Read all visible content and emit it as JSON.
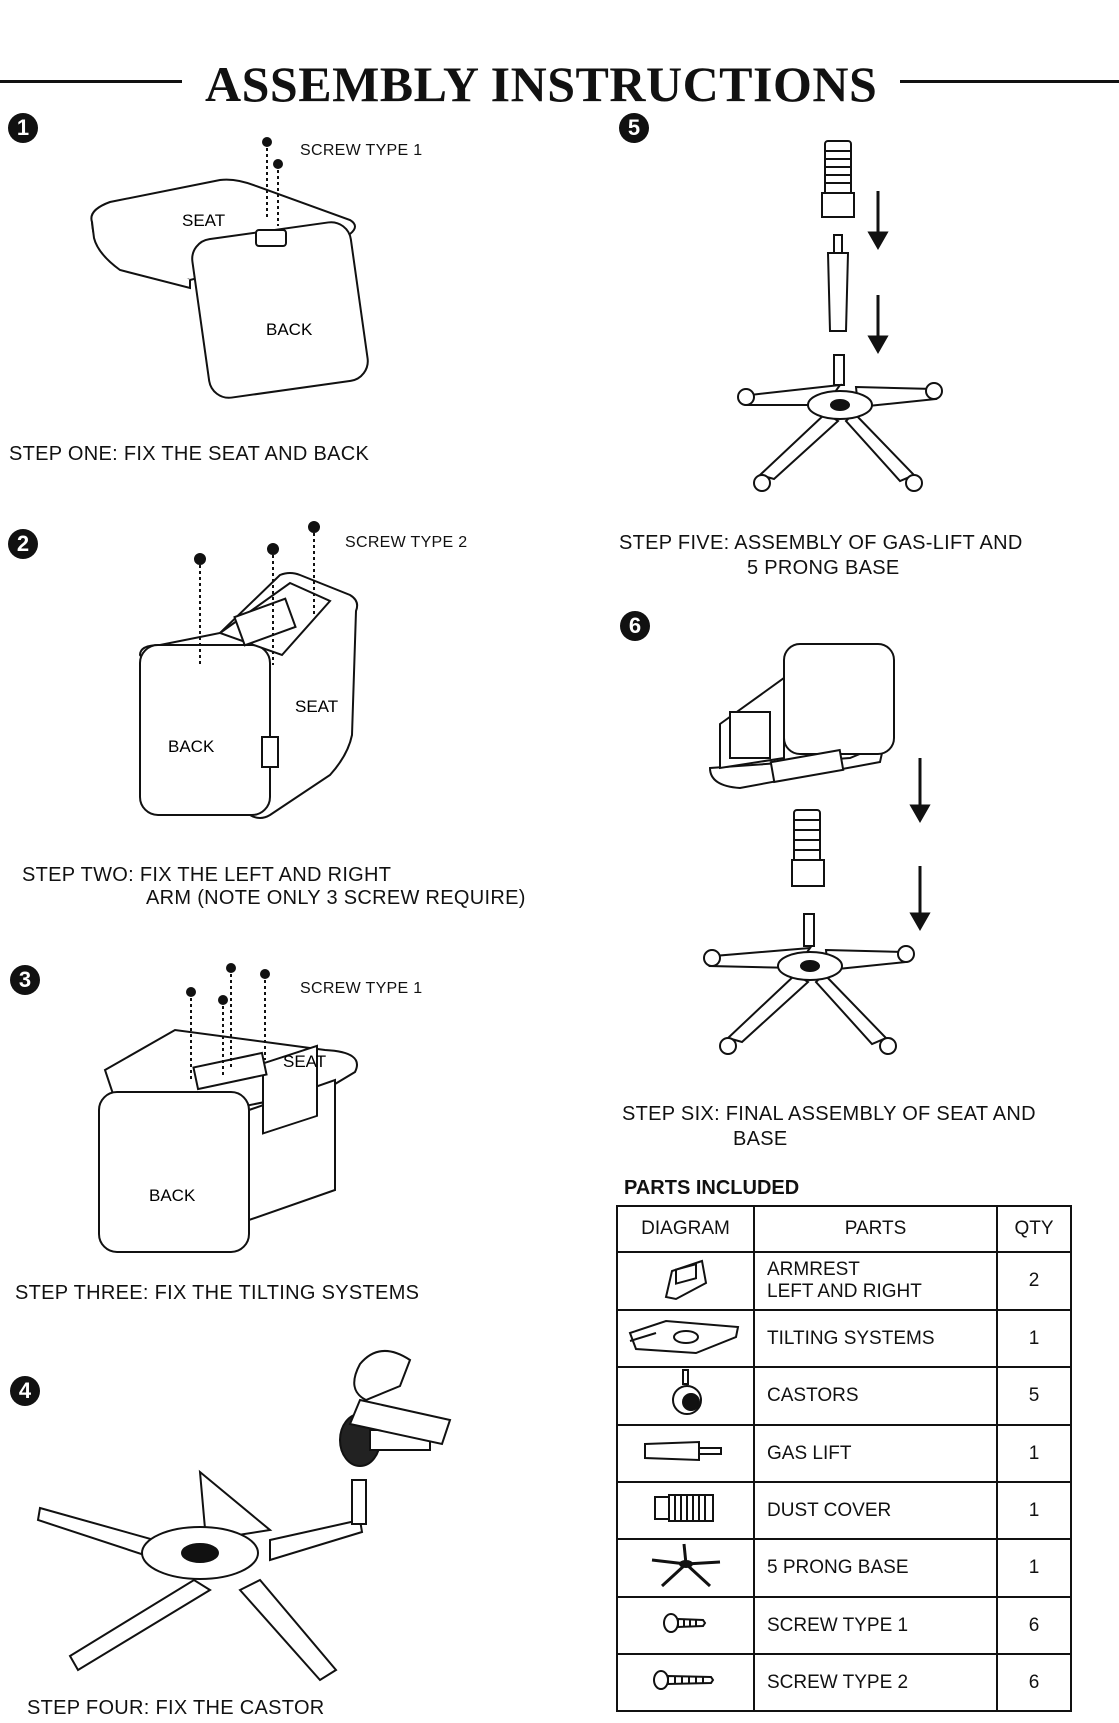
{
  "title": "ASSEMBLY INSTRUCTIONS",
  "steps": [
    {
      "number": "1",
      "caption": "STEP ONE: FIX THE SEAT AND BACK",
      "screw_label": "SCREW TYPE 1",
      "label_seat": "SEAT",
      "label_back": "BACK"
    },
    {
      "number": "2",
      "caption_line1": "STEP TWO: FIX THE LEFT AND RIGHT",
      "caption_line2": "ARM (NOTE ONLY 3 SCREW REQUIRE)",
      "screw_label": "SCREW TYPE 2",
      "label_seat": "SEAT",
      "label_back": "BACK"
    },
    {
      "number": "3",
      "caption": "STEP THREE: FIX THE TILTING SYSTEMS",
      "screw_label": "SCREW TYPE 1",
      "label_seat": "SEAT",
      "label_back": "BACK"
    },
    {
      "number": "4",
      "caption": "STEP FOUR: FIX THE CASTOR"
    },
    {
      "number": "5",
      "caption_line1": "STEP FIVE: ASSEMBLY OF GAS-LIFT AND",
      "caption_line2": "5 PRONG BASE"
    },
    {
      "number": "6",
      "caption_line1": "STEP SIX: FINAL ASSEMBLY OF SEAT AND",
      "caption_line2": "BASE"
    }
  ],
  "parts": {
    "heading": "PARTS INCLUDED",
    "columns": [
      "DIAGRAM",
      "PARTS",
      "QTY"
    ],
    "rows": [
      {
        "name_line1": "ARMREST",
        "name_line2": "LEFT AND RIGHT",
        "qty": "2",
        "icon": "armrest-icon"
      },
      {
        "name_line1": "TILTING SYSTEMS",
        "name_line2": "",
        "qty": "1",
        "icon": "tilting-system-icon"
      },
      {
        "name_line1": "CASTORS",
        "name_line2": "",
        "qty": "5",
        "icon": "castor-icon"
      },
      {
        "name_line1": "GAS LIFT",
        "name_line2": "",
        "qty": "1",
        "icon": "gas-lift-icon"
      },
      {
        "name_line1": "DUST COVER",
        "name_line2": "",
        "qty": "1",
        "icon": "dust-cover-icon"
      },
      {
        "name_line1": "5 PRONG BASE",
        "name_line2": "",
        "qty": "1",
        "icon": "prong-base-icon"
      },
      {
        "name_line1": "SCREW TYPE 1",
        "name_line2": "",
        "qty": "6",
        "icon": "screw-type-1-icon"
      },
      {
        "name_line1": "SCREW TYPE 2",
        "name_line2": "",
        "qty": "6",
        "icon": "screw-type-2-icon"
      }
    ]
  }
}
